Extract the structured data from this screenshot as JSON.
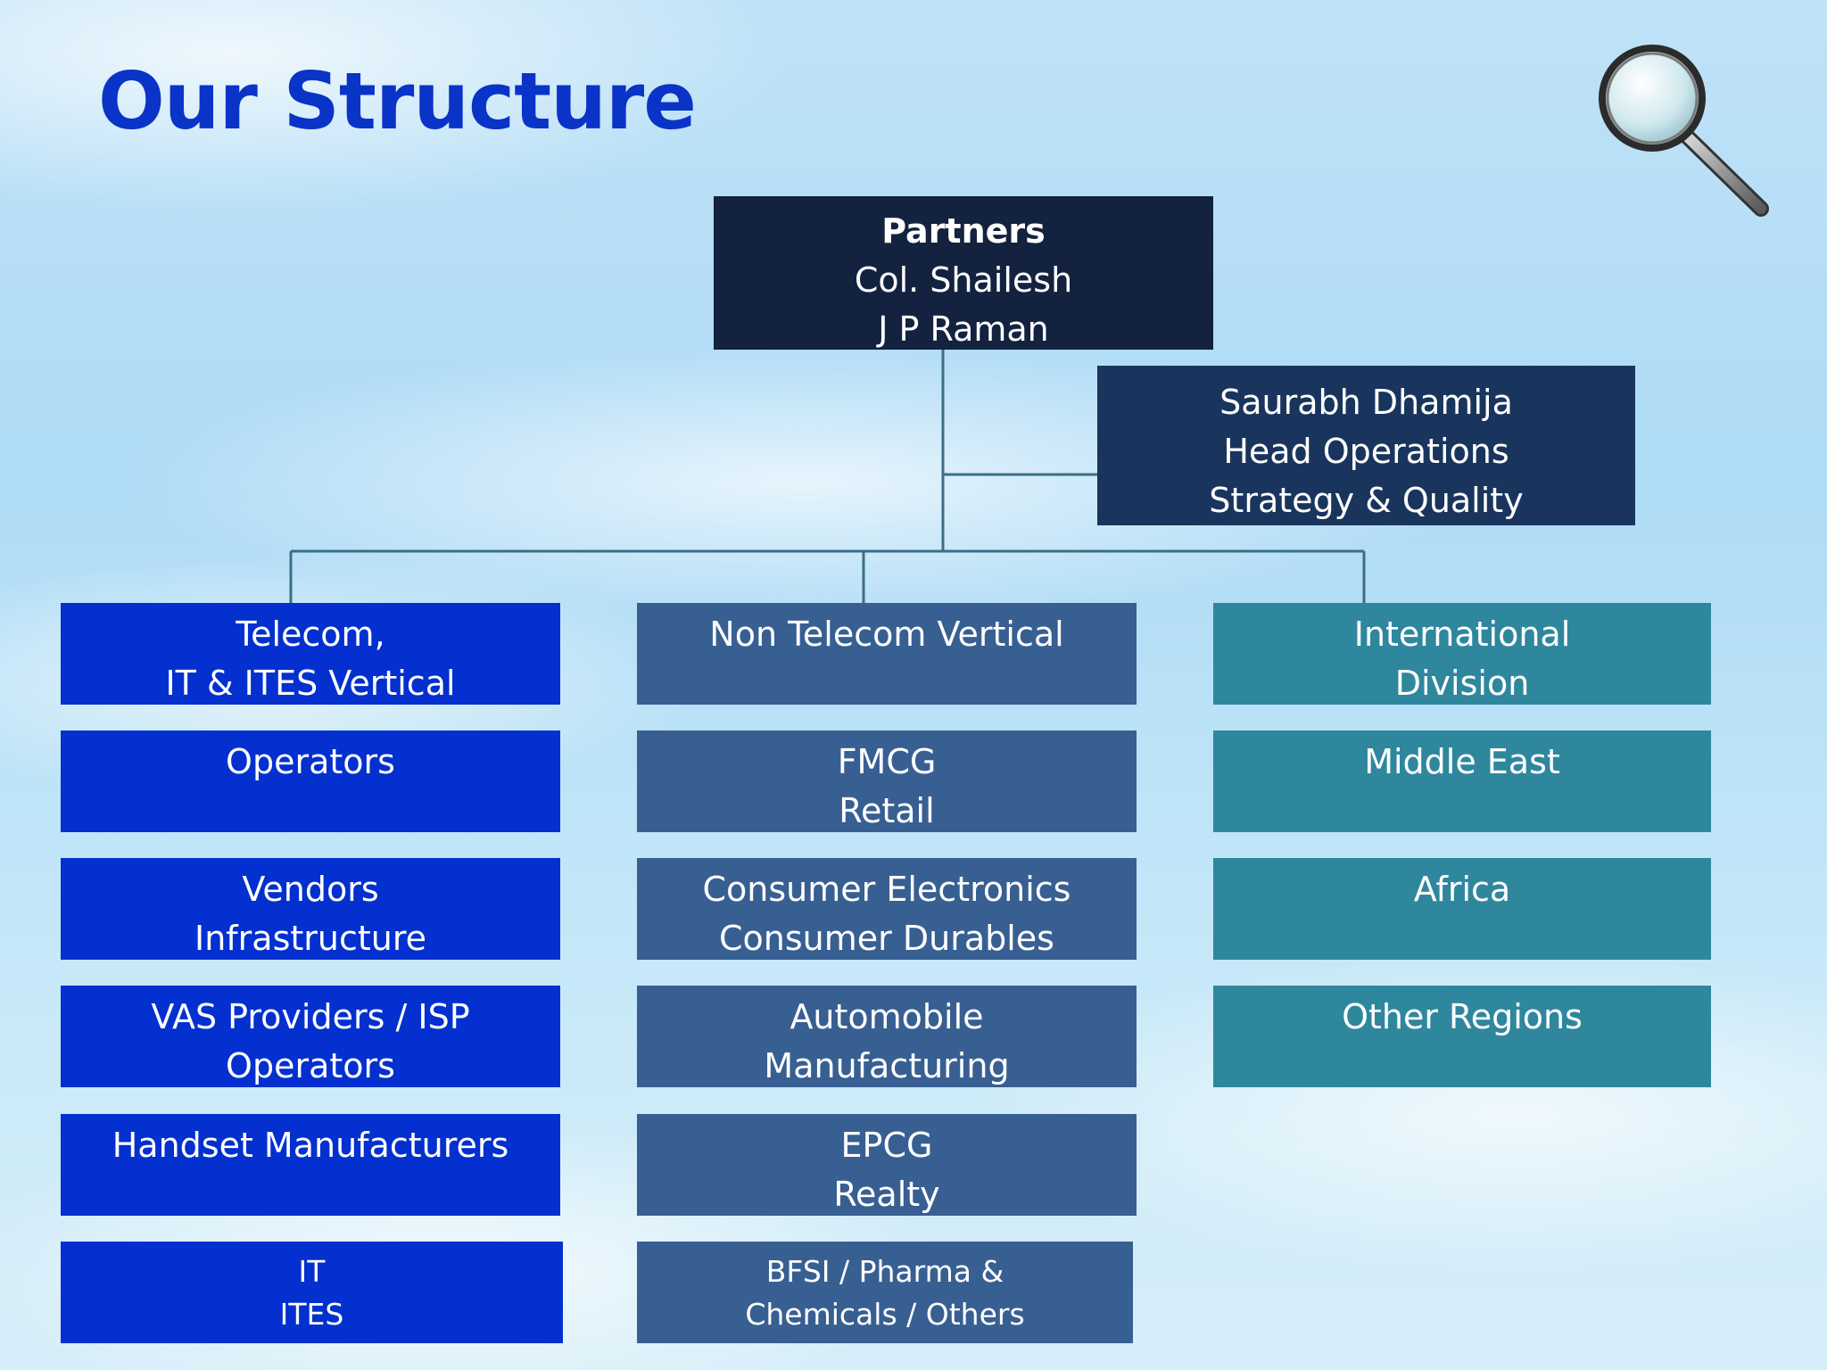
{
  "title": "Our Structure",
  "icons": {
    "magnifier": "magnifying-glass-icon"
  },
  "partners": {
    "heading": "Partners",
    "lines": [
      "Col. Shailesh",
      "J P Raman"
    ]
  },
  "operations": {
    "lines": [
      "Saurabh Dhamija",
      "Head Operations",
      "Strategy & Quality"
    ]
  },
  "columns": [
    {
      "header": [
        "Telecom,",
        "IT & ITES Vertical"
      ],
      "items": [
        [
          "Operators"
        ],
        [
          "Vendors",
          "Infrastructure"
        ],
        [
          "VAS Providers / ISP",
          "Operators"
        ],
        [
          "Handset Manufacturers"
        ],
        [
          "IT",
          "ITES"
        ]
      ]
    },
    {
      "header": [
        "Non Telecom Vertical"
      ],
      "items": [
        [
          "FMCG",
          "Retail"
        ],
        [
          "Consumer Electronics",
          "Consumer Durables"
        ],
        [
          "Automobile",
          "Manufacturing"
        ],
        [
          "EPCG",
          "Realty"
        ],
        [
          "BFSI / Pharma &",
          "Chemicals / Others"
        ]
      ]
    },
    {
      "header": [
        "International",
        "Division"
      ],
      "items": [
        [
          "Middle East"
        ],
        [
          "Africa"
        ],
        [
          "Other Regions"
        ]
      ]
    }
  ],
  "colors": {
    "title": "#0a33c8",
    "partners": "#13223f",
    "operations": "#19355d",
    "telecom": "#0430cf",
    "non_telecom": "#385f92",
    "international": "#2f879e",
    "connector": "#3a6f86"
  }
}
